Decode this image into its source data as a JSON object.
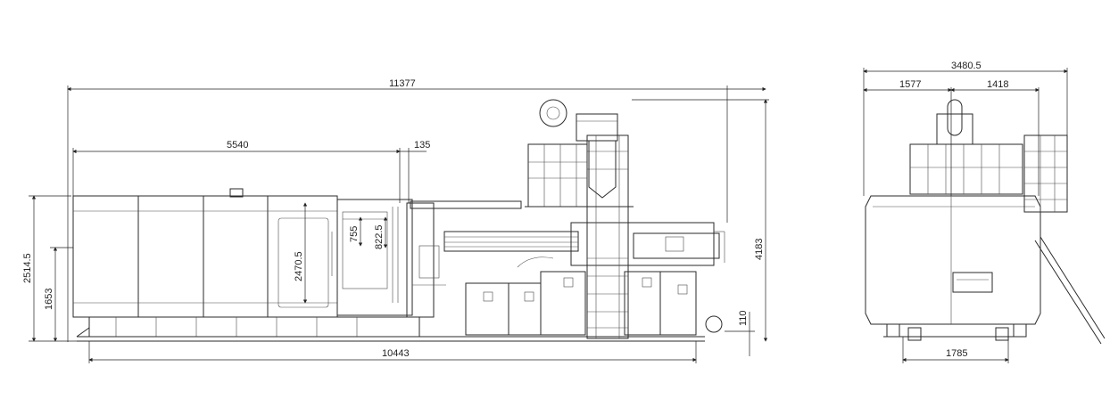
{
  "side_view": {
    "dimensions": {
      "overall_length": "11377",
      "clamp_length": "5540",
      "clamp_offset": "135",
      "mould_height_a": "755",
      "mould_height_b": "822.5",
      "platen_height": "2470.5",
      "height_left": "2514.5",
      "centre_height": "1653",
      "overall_height": "4183",
      "foot_height": "110",
      "base_length": "10443"
    }
  },
  "end_view": {
    "dimensions": {
      "overall_width": "3480.5",
      "left_width": "1577",
      "right_width": "1418",
      "foot_spacing": "1785"
    }
  }
}
